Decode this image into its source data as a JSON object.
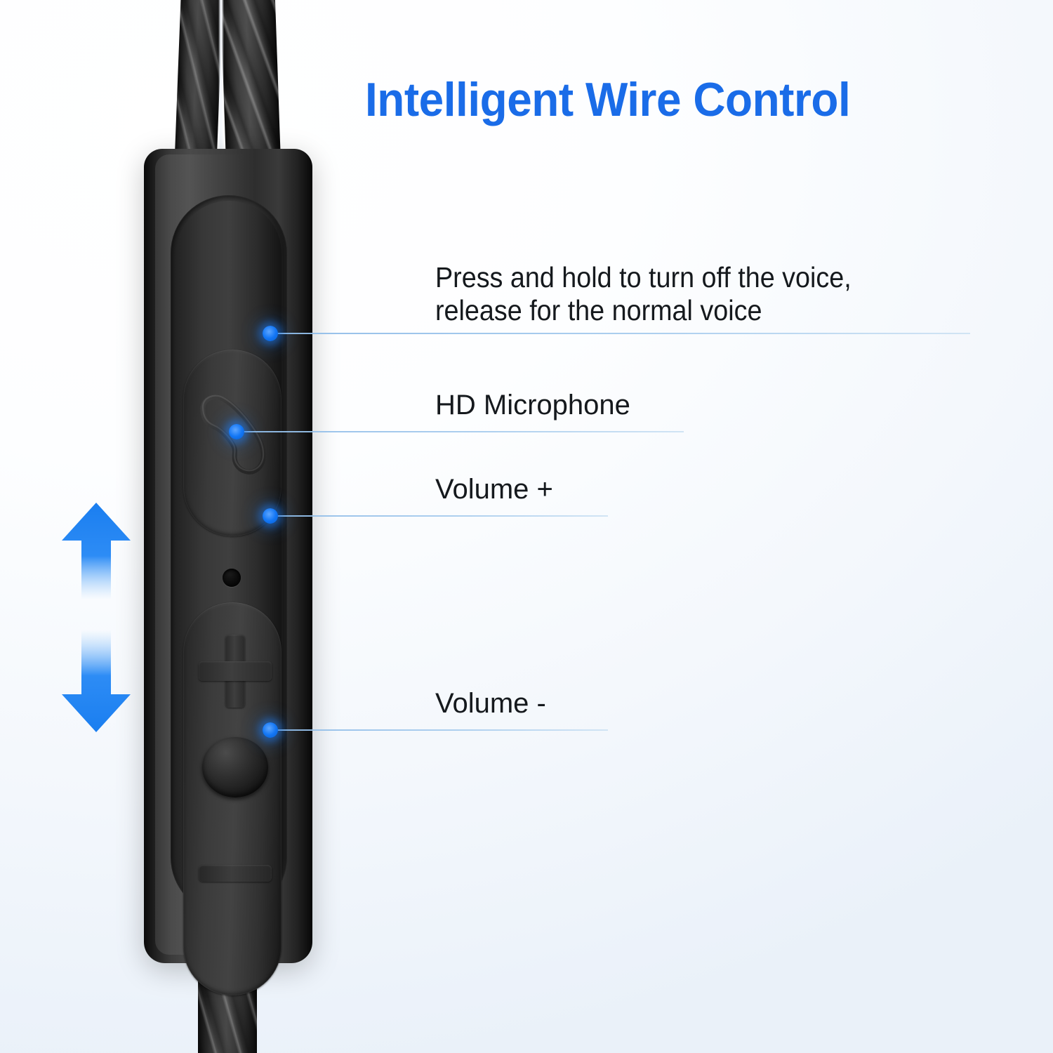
{
  "page": {
    "title": "Intelligent Wire Control",
    "background_color": "#f1f6fb",
    "accent_color": "#1a6ce8",
    "dot_color": "#1276f5",
    "lead_line_color": "#a9cdee",
    "text_color": "#15191d"
  },
  "product": {
    "name": "in-line wire control remote",
    "body_color": "#2f2f2f",
    "cable_color": "#1a1a1a"
  },
  "callouts": [
    {
      "id": "call-button",
      "icon": "phone-handset-icon",
      "label_line1": "Press and hold to turn off the voice,",
      "label_line2": "release for the normal voice"
    },
    {
      "id": "microphone",
      "icon": "microphone-hole-icon",
      "label": "HD Microphone"
    },
    {
      "id": "volume-up",
      "icon": "plus-icon",
      "label": "Volume +"
    },
    {
      "id": "volume-down",
      "icon": "minus-icon",
      "label": "Volume -"
    }
  ],
  "arrows": {
    "up": "volume-up-arrow",
    "down": "volume-down-arrow",
    "color": "#1a7ef0"
  }
}
